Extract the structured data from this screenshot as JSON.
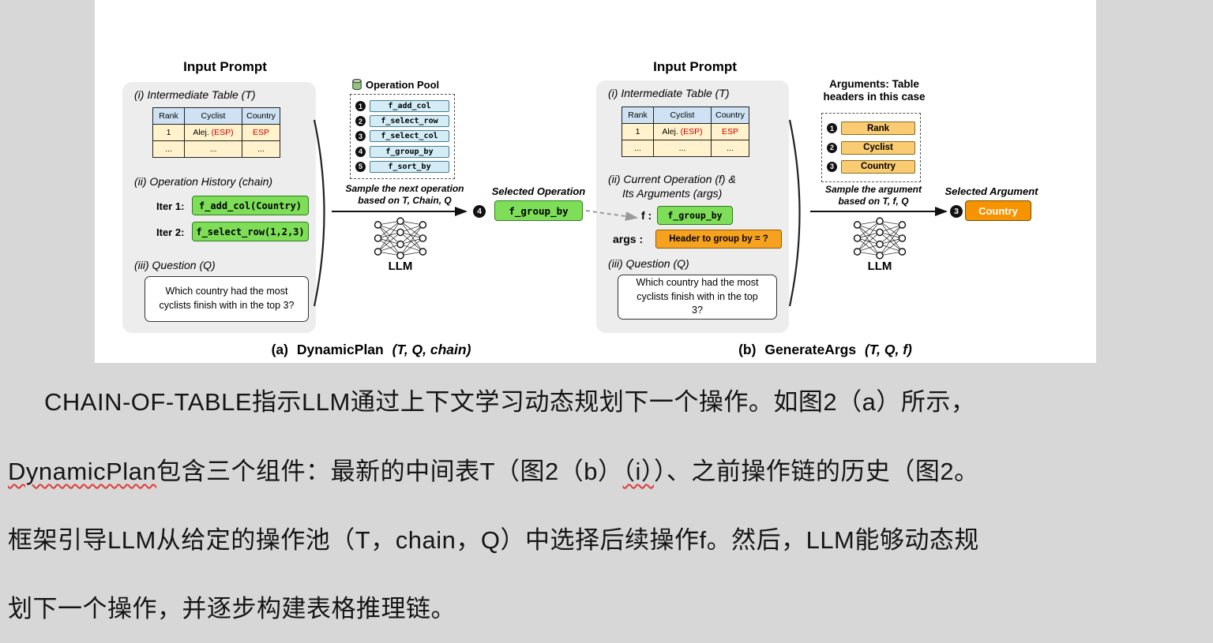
{
  "figure": {
    "panel_a": {
      "title": "Input Prompt",
      "label_i": "(i) Intermediate Table (T)",
      "label_ii": "(ii) Operation History (chain)",
      "label_iii": "(iii) Question (Q)",
      "iter1_label": "Iter 1:",
      "iter1_value": "f_add_col(Country)",
      "iter2_label": "Iter 2:",
      "iter2_value": "f_select_row(1,2,3)",
      "question": "Which country had the most cyclists finish with in the top 3?",
      "sample_text": "Sample the next operation based on T, Chain, Q",
      "llm_label": "LLM",
      "selected_label": "Selected Operation",
      "selected_num": "4",
      "selected_value": "f_group_by",
      "caption_index": "(a)",
      "caption_name": "DynamicPlan",
      "caption_args": "(T, Q, chain)"
    },
    "operation_pool": {
      "title": "Operation Pool",
      "items": [
        {
          "num": "1",
          "label": "f_add_col"
        },
        {
          "num": "2",
          "label": "f_select_row"
        },
        {
          "num": "3",
          "label": "f_select_col"
        },
        {
          "num": "4",
          "label": "f_group_by"
        },
        {
          "num": "5",
          "label": "f_sort_by"
        }
      ]
    },
    "table": {
      "headers": [
        "Rank",
        "Cyclist",
        "Country"
      ],
      "row1": {
        "rank": "1",
        "cyclist_name": "Alej.",
        "cyclist_red": "(ESP)",
        "country": "ESP"
      },
      "row2": [
        "...",
        "...",
        "..."
      ]
    },
    "panel_b": {
      "title": "Input Prompt",
      "label_i": "(i) Intermediate Table (T)",
      "label_ii_line1": "(ii) Current Operation (f) &",
      "label_ii_line2": "Its Arguments (args)",
      "f_label": "f :",
      "f_value": "f_group_by",
      "args_label": "args :",
      "args_value": "Header to group by = ?",
      "label_iii": "(iii) Question (Q)",
      "question": "Which country had the most cyclists finish with in the top 3?",
      "args_header_line1": "Arguments: Table",
      "args_header_line2": "headers in this case",
      "argument_items": [
        {
          "num": "1",
          "label": "Rank"
        },
        {
          "num": "2",
          "label": "Cyclist"
        },
        {
          "num": "3",
          "label": "Country"
        }
      ],
      "sample_text": "Sample the argument based on T, f, Q",
      "llm_label": "LLM",
      "selected_label": "Selected Argument",
      "selected_num": "3",
      "selected_value": "Country",
      "caption_index": "(b)",
      "caption_name": "GenerateArgs",
      "caption_args": "(T, Q, f)"
    },
    "colors": {
      "operation_green": "#7ede58",
      "argument_orange": "#f6a21f",
      "selected_orange": "#f59400",
      "table_header_blue": "#cfe2f3",
      "table_row_yellow": "#fff2cc",
      "spellcheck_red": "#e03a3a"
    }
  },
  "body_text": {
    "line1": "CHAIN-OF-TABLE指示LLM通过上下文学习动态规划下一个操作。如图2（a）所示，",
    "line2": {
      "p1": "DynamicPlan",
      "p2": "包含三个组件：最新的中间表T（图2（b）",
      "p3": "（i）",
      "p4": "）、之前操作链的历史（图2。"
    },
    "line3": "框架引导LLM从给定的操作池（T，chain，Q）中选择后续操作f。然后，LLM能够动态规",
    "line4": "划下一个操作，并逐步构建表格推理链。"
  }
}
